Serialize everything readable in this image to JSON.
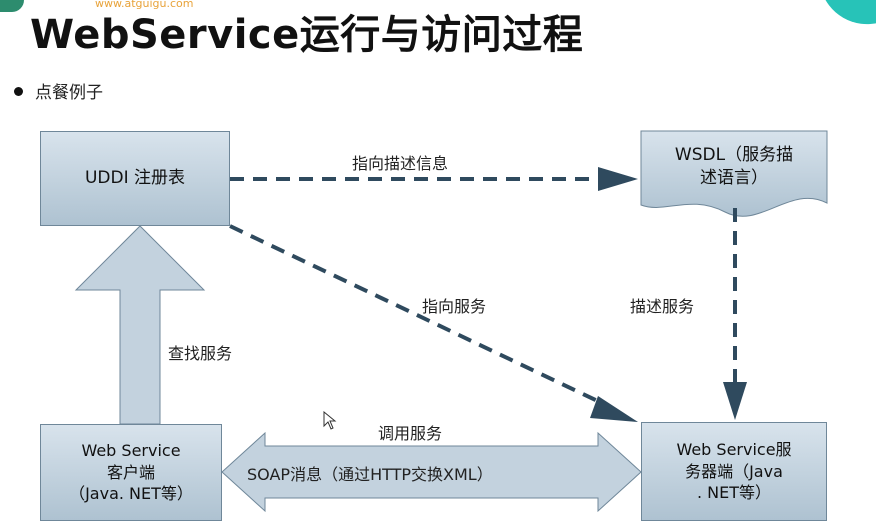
{
  "header": {
    "title": "WebService运行与访问过程",
    "site_tag": "www.atguigu.com"
  },
  "bullet": {
    "text": "点餐例子"
  },
  "diagram": {
    "uddi_box": "UDDI 注册表",
    "wsdl_box": "WSDL（服务描\n述语言）",
    "client_box": "Web Service\n客户端\n（Java. NET等）",
    "server_box": "Web Service服\n务器端（Java\n. NET等）",
    "labels": {
      "point_to_description": "指向描述信息",
      "point_to_service": "指向服务",
      "describe_service": "描述服务",
      "find_service": "查找服务",
      "invoke_service": "调用服务"
    },
    "soap_arrow_text": "SOAP消息（通过HTTP交换XML）"
  },
  "colors": {
    "box_fill_top": "#d8e3ec",
    "box_fill_bottom": "#aec2d1",
    "arrow": "#2f4a5e",
    "block_arrow_fill": "#c3d2de"
  }
}
